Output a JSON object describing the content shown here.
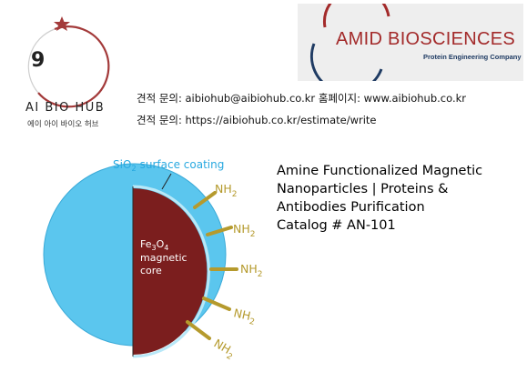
{
  "logo": {
    "number": "9",
    "name": "AI BIO HUB",
    "subtitle": "에이 아이 바이오 허브"
  },
  "amid": {
    "title": "AMID BIOSCIENCES",
    "subtitle": "Protein Engineering Company",
    "accent": "#a32a2a"
  },
  "contact": {
    "line1": "견적 문의: aibiohub@aibiohub.co.kr   홈페이지: www.aibiohub.co.kr",
    "line2": "견적 문의: https://aibiohub.co.kr/estimate/write"
  },
  "product": {
    "line1": "Amine Functionalized Magnetic",
    "line2": "Nanoparticles | Proteins &",
    "line3": "Antibodies Purification",
    "catalog": "Catalog # AN-101"
  },
  "diagram": {
    "coating_label": "SiO",
    "coating_sub": "2",
    "coating_rest": " surface coating",
    "core_line1_a": "Fe",
    "core_line1_b": "3",
    "core_line1_c": "O",
    "core_line1_d": "4",
    "core_line2": "magnetic",
    "core_line3": "core",
    "ligand_main": "NH",
    "ligand_sub": "2",
    "colors": {
      "shell": "#5bc6ee",
      "core": "#7b1e1e",
      "ligand": "#b59a2d",
      "label": "#29a9e0"
    }
  }
}
